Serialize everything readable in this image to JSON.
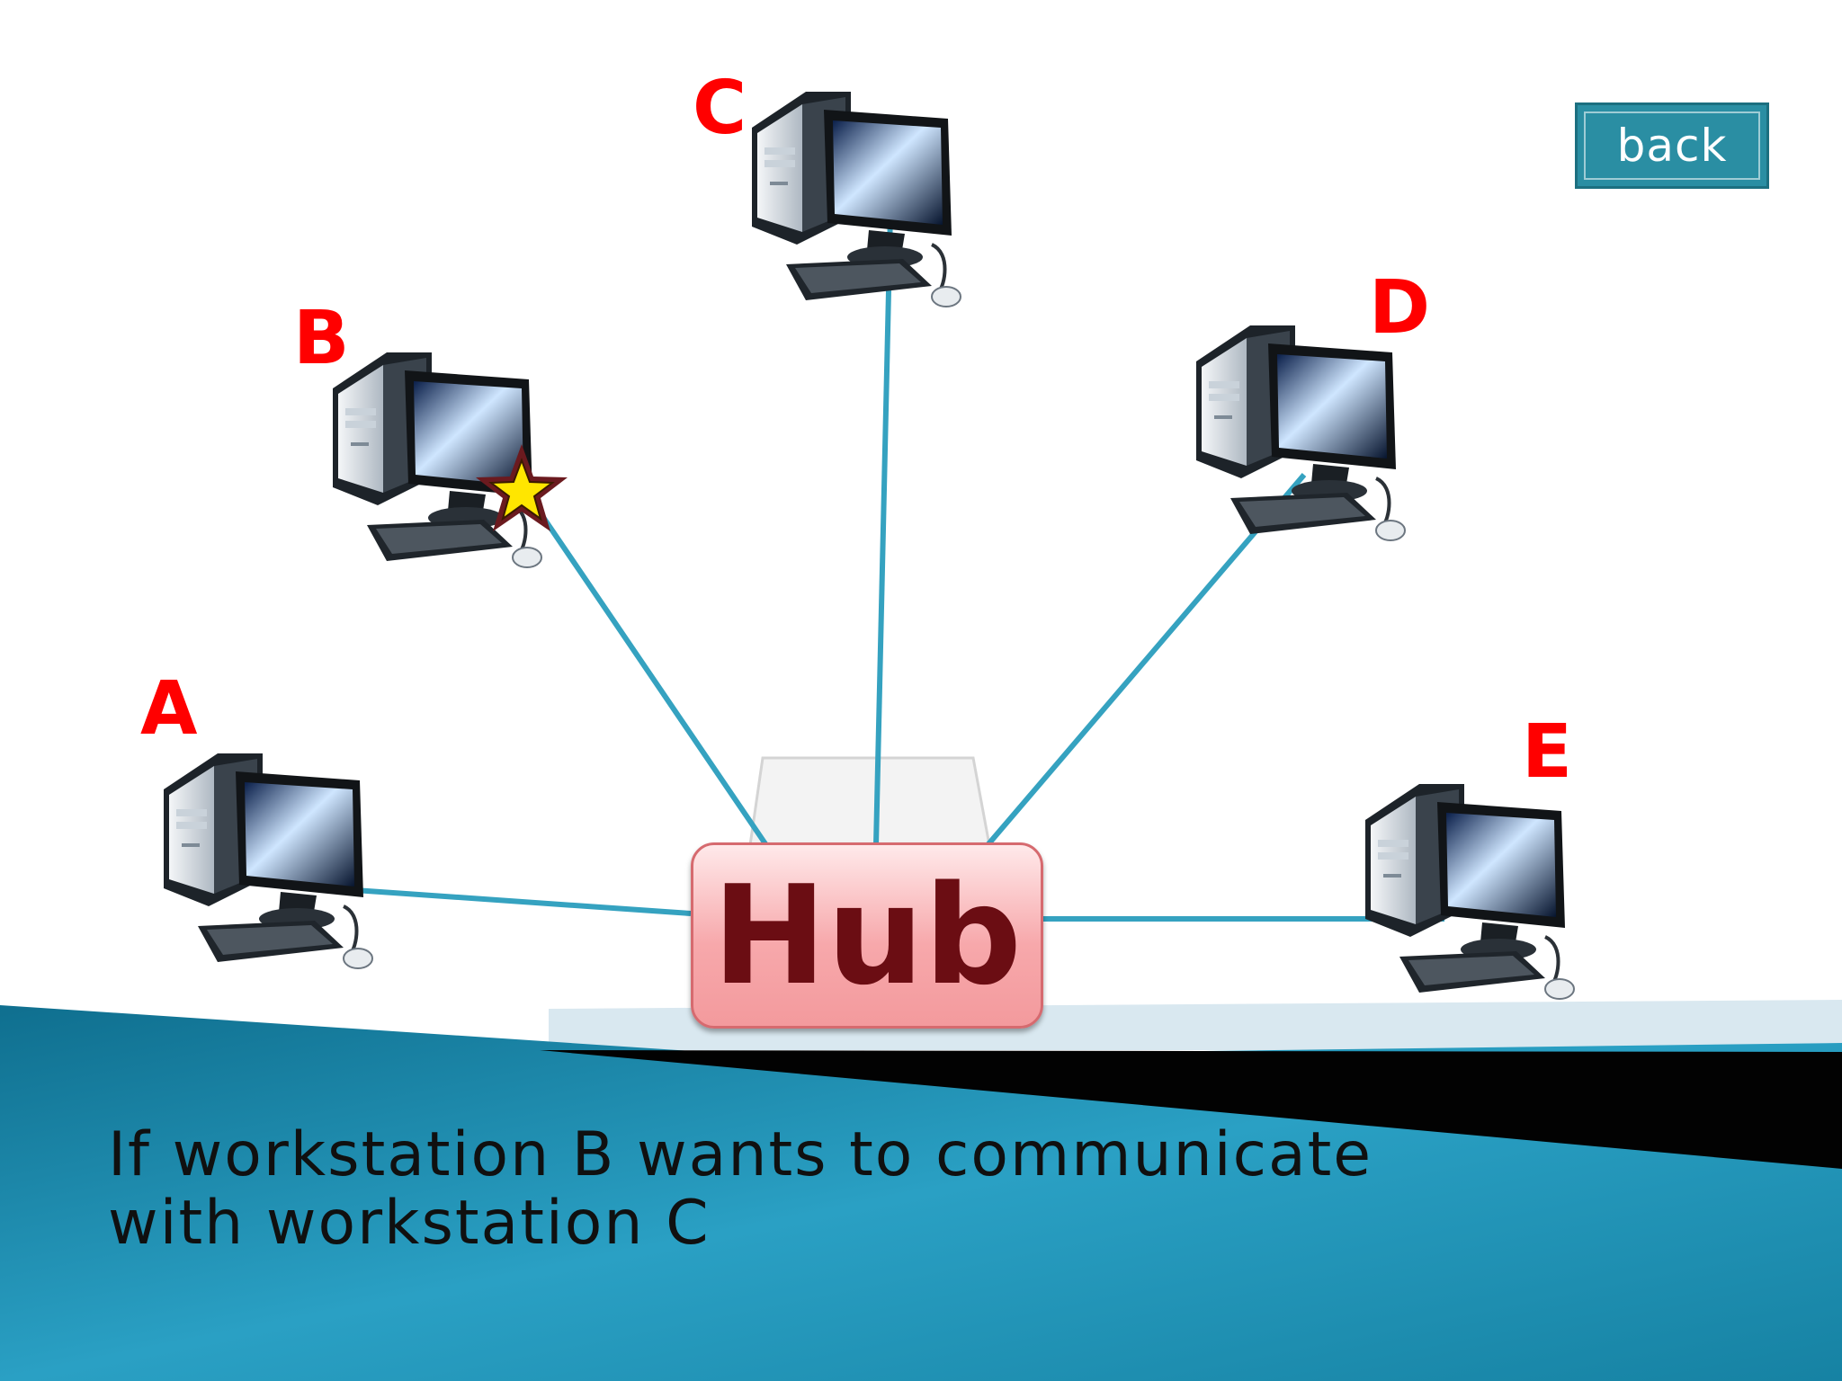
{
  "nodes": {
    "a": {
      "label": "A"
    },
    "b": {
      "label": "B"
    },
    "c": {
      "label": "C"
    },
    "d": {
      "label": "D"
    },
    "e": {
      "label": "E"
    }
  },
  "hub": {
    "label": "Hub"
  },
  "back_button": {
    "label": "back"
  },
  "caption": {
    "line1": "If workstation B wants to communicate",
    "line2": "with workstation C"
  },
  "colors": {
    "cable": "#35a2c0",
    "node_label": "#ff0000",
    "hub_text": "#6b0d13",
    "banner": "#1b8aab",
    "button": "#2a8ea3"
  },
  "icons": {
    "workstation": "desktop-computer-icon",
    "marker": "star-icon"
  }
}
